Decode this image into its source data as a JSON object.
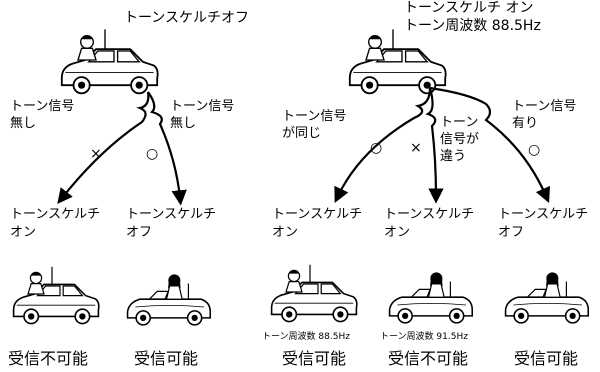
{
  "top_left": {
    "label": "トーンスケルチオフ"
  },
  "top_right": {
    "label_line1": "トーンスケルチ オン",
    "label_line2": "トーン周波数 88.5Hz"
  },
  "arrows": {
    "a1": {
      "label_line1": "トーン信号",
      "label_line2": "無し",
      "mark": "×"
    },
    "a2": {
      "label_line1": "トーン信号",
      "label_line2": "無し",
      "mark": "○"
    },
    "a3": {
      "label_line1": "トーン信号",
      "label_line2": "が同じ",
      "mark": "○"
    },
    "a4": {
      "label_line1": "トーン",
      "label_line2": "信号が",
      "label_line3": "違う",
      "mark": "×"
    },
    "a5": {
      "label_line1": "トーン信号",
      "label_line2": "有り",
      "mark": "○"
    }
  },
  "targets": [
    {
      "line1": "トーンスケルチ",
      "line2": "オン",
      "freq": "",
      "result": "受信不可能"
    },
    {
      "line1": "トーンスケルチ",
      "line2": "オフ",
      "freq": "",
      "result": "受信可能"
    },
    {
      "line1": "トーンスケルチ",
      "line2": "オン",
      "freq": "トーン周波数 88.5Hz",
      "result": "受信可能"
    },
    {
      "line1": "トーンスケルチ",
      "line2": "オン",
      "freq": "トーン周波数 91.5Hz",
      "result": "受信不可能"
    },
    {
      "line1": "トーンスケルチ",
      "line2": "オフ",
      "freq": "",
      "result": "受信可能"
    }
  ],
  "icons": {
    "source_left": "car-with-driver-icon",
    "source_right": "car-with-driver-icon",
    "car1": "hatchback-with-driver-icon",
    "car2": "convertible-with-driver-icon",
    "car3": "hatchback-with-driver-icon",
    "car4": "convertible-with-driver-icon",
    "car5": "convertible-with-driver-icon"
  }
}
